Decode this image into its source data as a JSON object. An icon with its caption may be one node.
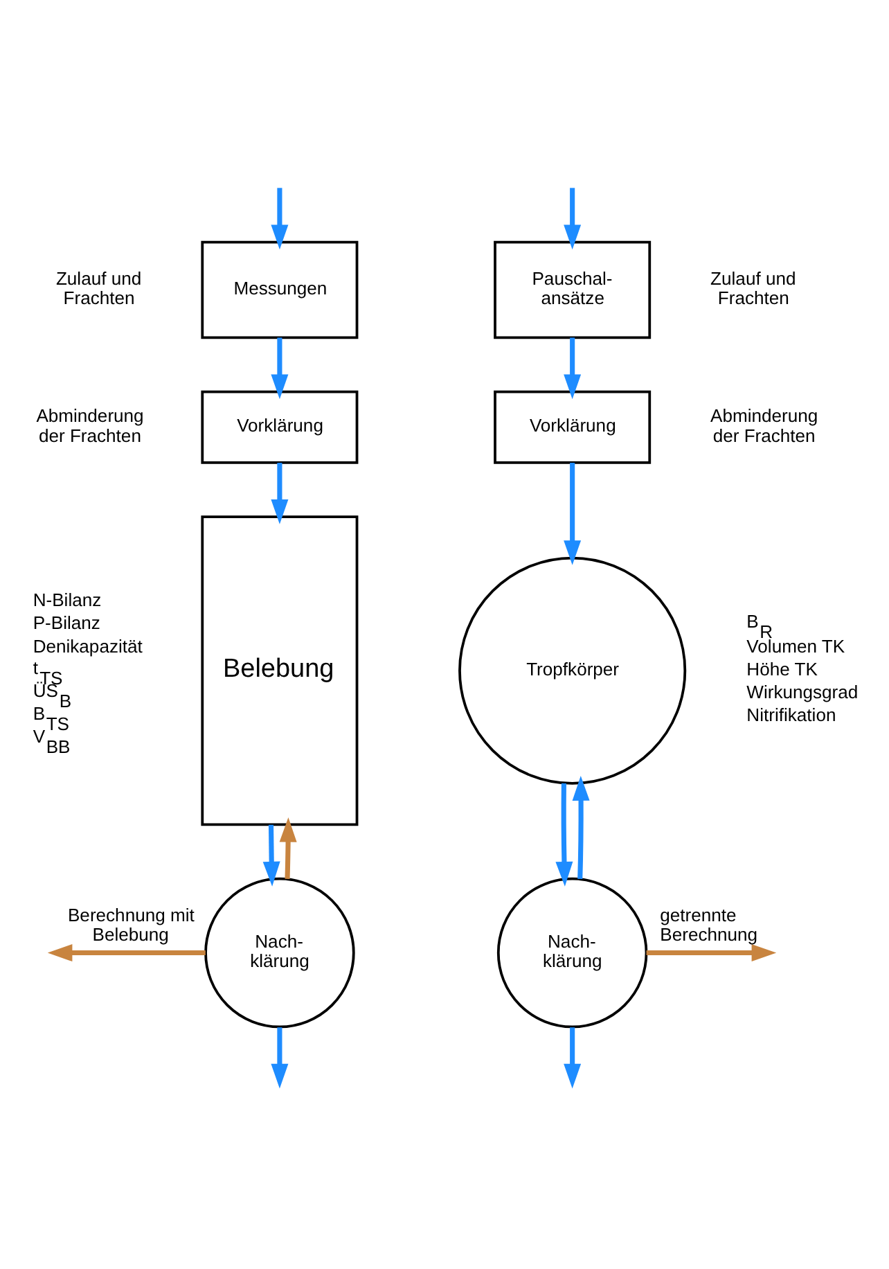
{
  "diagram": {
    "nodes": [
      {
        "text": [
          "Messungen"
        ],
        "beside": [
          "Zulauf und Frachten"
        ]
      },
      {
        "text": [
          "Vorklärung"
        ],
        "beside": [
          "Abminderung der Frachten"
        ]
      },
      {
        "text": [
          "Belebung"
        ],
        "beside": [
          "N-Bilanz",
          "P-Bilanz",
          "Denikapazität",
          "t$_{TS}$",
          "ÜS$_{B}$",
          "B$_{TS}$",
          "V$_{BB}$"
        ]
      },
      {
        "text": [
          "Nach- klärung"
        ],
        "beside": [
          "Berechnung mit Belebung"
        ]
      },
      {
        "text": [
          "Pauschal- ansätze"
        ],
        "beside": [
          "Zulauf und Frachten"
        ]
      },
      {
        "text": [
          "Vorklärung"
        ],
        "beside": [
          "Abminderung der Frachten"
        ]
      },
      {
        "text": [
          "Tropfkörper"
        ],
        "beside": [
          "B$_{R}$",
          "Volumen TK",
          "Höhe TK",
          "Wirkungsgrad",
          "Nitrifikation"
        ]
      },
      {
        "text": [
          "Nach- klärung"
        ],
        "beside": [
          "getrennte Berechnung"
        ]
      }
    ],
    "edges": [
      {
        "from": null,
        "to": 0,
        "arrow": "to"
      },
      {
        "from": 0,
        "to": 1,
        "arrow": "to"
      },
      {
        "from": 1,
        "to": 2,
        "arrow": "to"
      },
      {
        "from": 2,
        "to": 3,
        "arrow": "to"
      },
      {
        "from": 3,
        "to": null,
        "arrow": "to",
        "color": "#c8843f"
      },
      {
        "from": 3,
        "to": null,
        "arrow": "to"
      },
      {
        "from": 3,
        "to": 2,
        "arrow": "to",
        "color": "#c8843f"
      },
      {
        "from": null,
        "to": 4,
        "arrow": "to"
      },
      {
        "from": 4,
        "to": 5,
        "arrow": "to"
      },
      {
        "from": 5,
        "to": 6,
        "arrow": "to"
      },
      {
        "from": 6,
        "to": 7,
        "arrow": "to"
      },
      {
        "from": 7,
        "to": null,
        "arrow": "to",
        "color": "#c8843f"
      },
      {
        "from": 7,
        "to": null,
        "arrow": "to"
      },
      {
        "from": 7,
        "to": 6,
        "arrow": "to"
      }
    ]
  }
}
